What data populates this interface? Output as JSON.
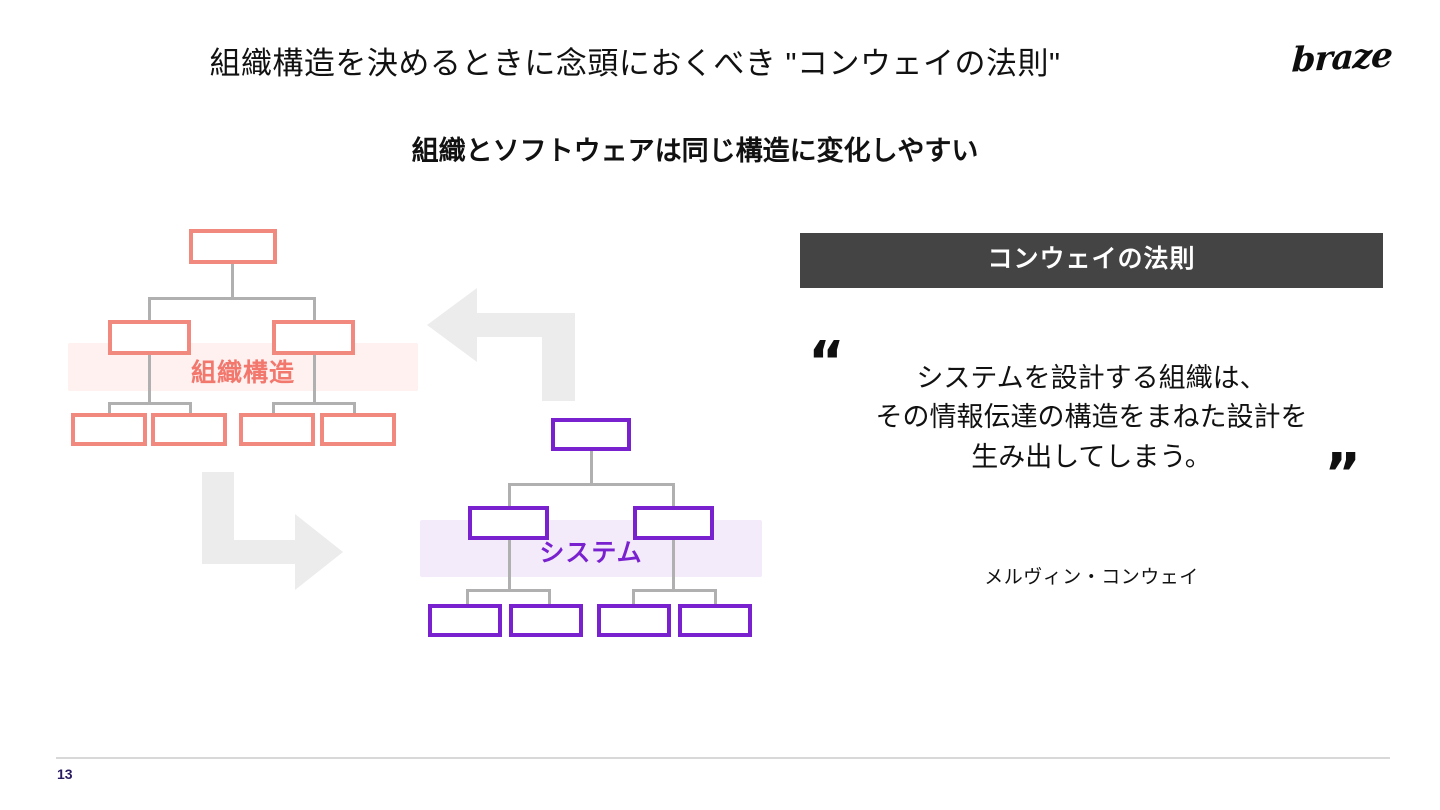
{
  "slide": {
    "title": "組織構造を決めるときに念頭におくべき \"コンウェイの法則\"",
    "subtitle": "組織とソフトウェアは同じ構造に変化しやすい",
    "page_number": "13",
    "brand": "braze"
  },
  "diagram": {
    "org_label": "組織構造",
    "system_label": "システム",
    "org_color": "#f2897e",
    "system_color": "#7a21cf",
    "connector_color": "#b0b0b0",
    "arrow_color": "#ececec",
    "org_band_color": "#fdeeed",
    "system_band_color": "#f3eafb",
    "org_nodes": 7,
    "system_nodes": 7,
    "arrows": [
      {
        "name": "arrow-system-to-org",
        "direction": "up-then-left"
      },
      {
        "name": "arrow-org-to-system",
        "direction": "down-then-right"
      }
    ]
  },
  "quote_card": {
    "header": "コンウェイの法則",
    "header_bg": "#444444",
    "open_quote": "“",
    "close_quote": "”",
    "lines": [
      "システムを設計する組織は、",
      "その情報伝達の構造をまねた設計を",
      "生み出してしまう。"
    ],
    "author": "メルヴィン・コンウェイ"
  }
}
